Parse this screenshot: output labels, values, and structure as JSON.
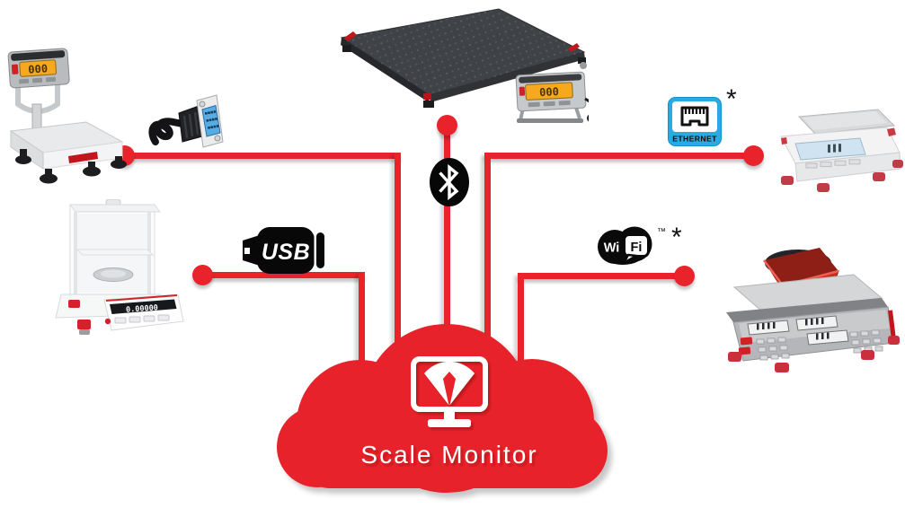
{
  "canvas": {
    "background": "#ffffff"
  },
  "colors": {
    "connector_red": "#e8232b",
    "ethernet_blue": "#29abe2",
    "icon_black": "#0a0a0b",
    "indicator_lcd_orange": "#f6a81f"
  },
  "cloud": {
    "label": "Scale Monitor",
    "icon": "monitor-with-scale-dial-icon"
  },
  "connection_labels": {
    "usb": "USB",
    "ethernet": "ETHERNET",
    "ethernet_asterisk": "*",
    "wifi_wi": "Wi",
    "wifi_fi": "Fi",
    "wifi_trademark": "™",
    "wifi_asterisk": "*",
    "bluetooth_icon": "bluetooth-rune-in-black-oval",
    "serial_icon": "rs232-db9-serial-connector"
  },
  "device_displays": {
    "bench_indicator": "000",
    "floor_indicator": "000",
    "analytical_balance": "0.00000"
  },
  "devices": [
    {
      "name": "bench-scale-with-indicator",
      "position": "top-left"
    },
    {
      "name": "rs232-serial-connector",
      "position": "left"
    },
    {
      "name": "analytical-balance-with-draft-shield",
      "position": "bottom-left"
    },
    {
      "name": "floor-scale-with-indicator",
      "position": "top-center"
    },
    {
      "name": "portable-balance",
      "position": "top-right"
    },
    {
      "name": "counting-scale-with-parts-bin",
      "position": "bottom-right"
    }
  ]
}
